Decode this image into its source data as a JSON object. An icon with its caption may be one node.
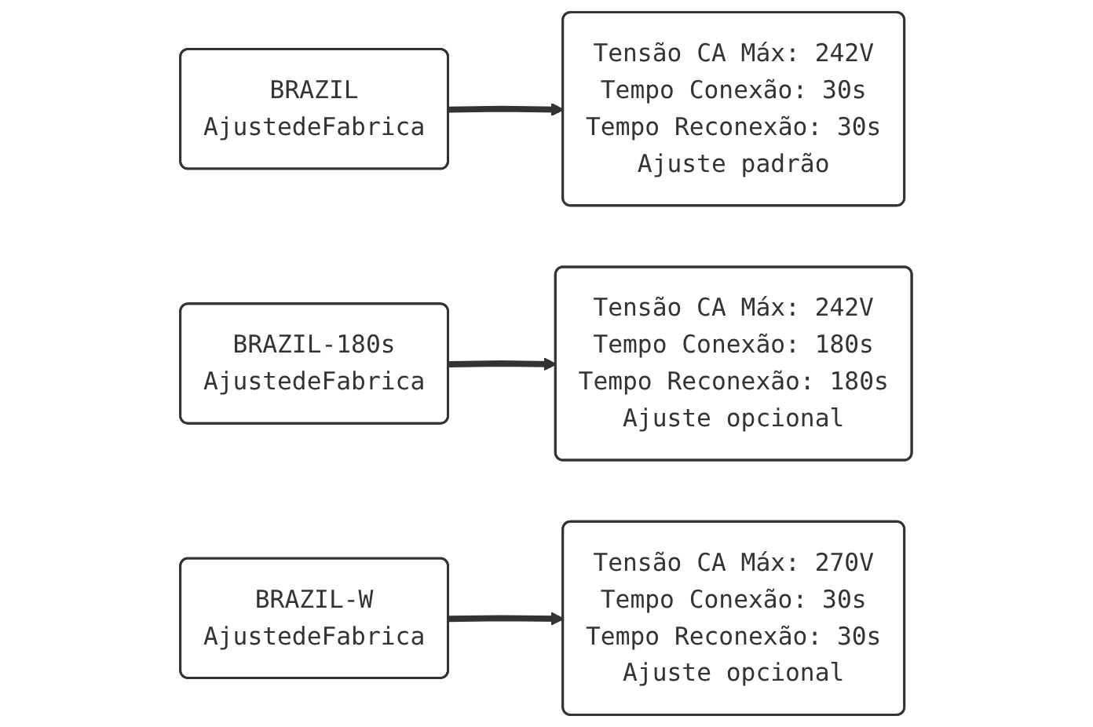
{
  "diagram": {
    "nodes": [
      {
        "text": [
          "BRAZIL",
          "AjustedeFabrica"
        ]
      },
      {
        "text": [
          "Tensão CA Máx: 242V",
          "Tempo Conexão: 30s",
          "Tempo Reconexão: 30s",
          "Ajuste padrão"
        ]
      },
      {
        "text": [
          "BRAZIL-180s",
          "AjustedeFabrica"
        ]
      },
      {
        "text": [
          "Tensão CA Máx: 242V",
          "Tempo Conexão: 180s",
          "Tempo Reconexão: 180s",
          "Ajuste opcional"
        ]
      },
      {
        "text": [
          "BRAZIL-W",
          "AjustedeFabrica"
        ]
      },
      {
        "text": [
          "Tensão CA Máx: 270V",
          "Tempo Conexão: 30s",
          "Tempo Reconexão: 30s",
          "Ajuste opcional"
        ]
      }
    ],
    "edges": [
      {
        "from": 0,
        "to": 1,
        "arrow": "to"
      },
      {
        "from": 2,
        "to": 3,
        "arrow": "to"
      },
      {
        "from": 4,
        "to": 5,
        "arrow": "to"
      }
    ]
  }
}
